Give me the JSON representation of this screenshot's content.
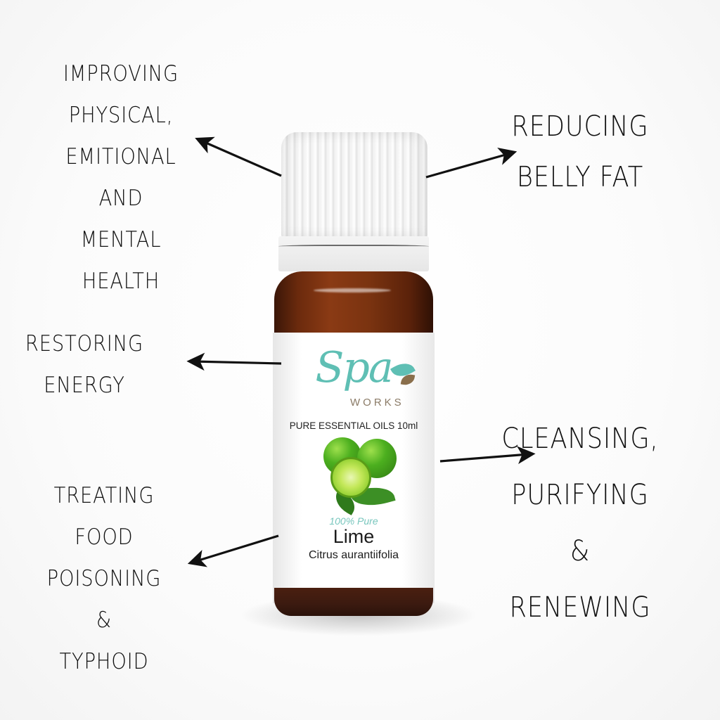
{
  "product": {
    "brand_script": "Spa",
    "brand_sub": "WORKS",
    "subtitle": "PURE ESSENTIAL OILS 10ml",
    "purity": "100% Pure",
    "name": "Lime",
    "latin_name": "Citrus aurantiifolia"
  },
  "callouts": {
    "left_top": [
      "IMPROVING",
      "PHYSICAL,",
      "EMITIONAL",
      "AND",
      "MENTAL",
      "HEALTH"
    ],
    "left_middle": [
      "RESTORING",
      "ENERGY"
    ],
    "left_bottom": [
      "TREATING",
      "FOOD",
      "POISONING",
      "&",
      "TYPHOID"
    ],
    "right_top": [
      "REDUCING",
      "BELLY FAT"
    ],
    "right_bottom": [
      "CLEANSING,",
      "PURIFYING",
      "&",
      "RENEWING"
    ]
  },
  "colors": {
    "brand_teal": "#5fbfb4",
    "brand_brown": "#8a7a66",
    "amber_glass": "#7a3310",
    "text": "#111111"
  }
}
